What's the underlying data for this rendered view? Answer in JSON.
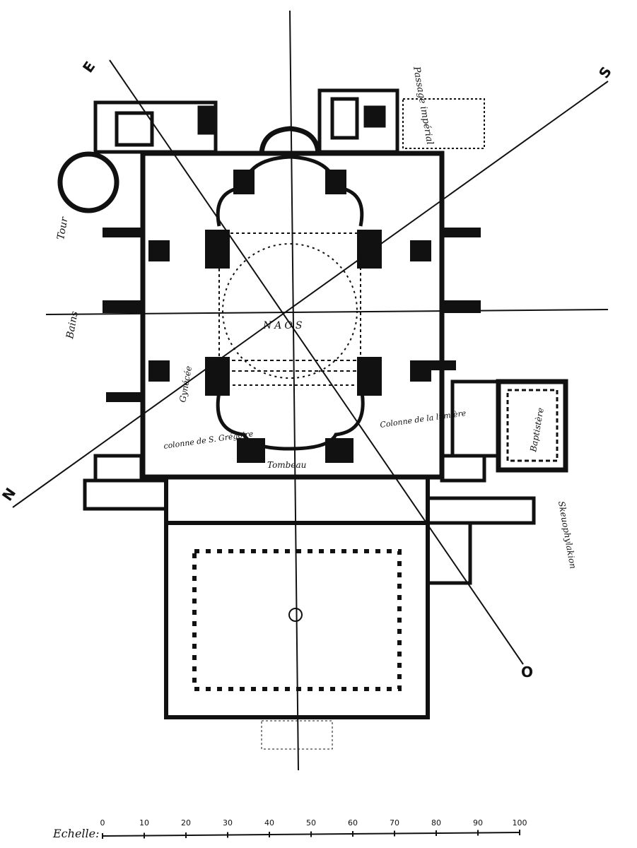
{
  "cardinal_points": {
    "east": "E",
    "south": "S",
    "north": "N",
    "west": "O"
  },
  "labels": {
    "naos": "NAOS",
    "tower": "Tour",
    "baths": "Bains",
    "imperial_passage": "Passage impérial",
    "column_gregory": "colonne de S. Grégoire",
    "column_light": "Colonne de la lumière",
    "tomb": "Tombeau",
    "baptistery": "Baptistère",
    "women_gallery": "Gynécée",
    "skeuophylakion": "Skeuophylakion"
  },
  "scale": {
    "label": "Echelle:",
    "ticks": [
      "0",
      "10",
      "20",
      "30",
      "40",
      "50",
      "60",
      "70",
      "80",
      "90",
      "100"
    ]
  },
  "colors": {
    "ink": "#111111",
    "paper": "#ffffff"
  }
}
